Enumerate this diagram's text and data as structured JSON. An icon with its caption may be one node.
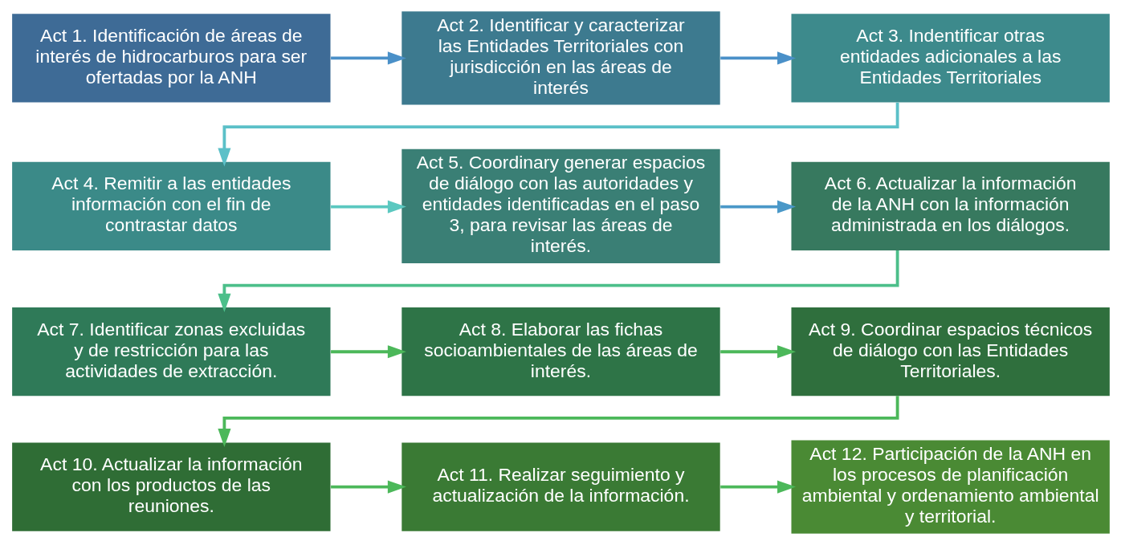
{
  "diagram": {
    "nodes": [
      {
        "text": [
          "Act 1. Identificación de áreas de interés de hidrocarburos para ser ofertadas por la ANH"
        ]
      },
      {
        "text": [
          "Act 2. Identificar y caracterizar las Entidades Territoriales con jurisdicción en las áreas de interés"
        ]
      },
      {
        "text": [
          "Act 3. Indentificar otras entidades adicionales a las Entidades Territoriales"
        ]
      },
      {
        "text": [
          "Act 4. Remitir a las entidades información con el fin de contrastar datos"
        ]
      },
      {
        "text": [
          "Act 5. Coordinary generar espacios de diálogo con las autoridades y entidades identificadas en el paso 3, para revisar las áreas de interés."
        ]
      },
      {
        "text": [
          "Act 6. Actualizar la información de la ANH con la información administrada en los diálogos."
        ]
      },
      {
        "text": [
          "Act 7. Identificar zonas excluidas y de restricción para las actividades de extracción."
        ]
      },
      {
        "text": [
          "Act 8. Elaborar las fichas socioambientales de las áreas de interés."
        ]
      },
      {
        "text": [
          "Act 9. Coordinar espacios técnicos de diálogo con las Entidades Territoriales."
        ]
      },
      {
        "text": [
          "Act 10. Actualizar la información con los productos de las reuniones."
        ]
      },
      {
        "text": [
          "Act 11. Realizar seguimiento y actualización de la información."
        ]
      },
      {
        "text": [
          "Act 12. Participación de la ANH en los procesos de planificación ambiental y ordenamiento ambiental y territorial."
        ]
      }
    ],
    "edges": [
      {
        "from": 0,
        "to": 1,
        "arrow": "to",
        "color": "#4a90c8"
      },
      {
        "from": 1,
        "to": 2,
        "arrow": "to",
        "color": "#4a90c8"
      },
      {
        "from": 2,
        "to": 3,
        "arrow": "to",
        "color": "#5bc0c8"
      },
      {
        "from": 3,
        "to": 4,
        "arrow": "to",
        "color": "#5bc8c0"
      },
      {
        "from": 4,
        "to": 5,
        "arrow": "to",
        "color": "#4a98c8"
      },
      {
        "from": 5,
        "to": 6,
        "arrow": "to",
        "color": "#4cbf8a"
      },
      {
        "from": 6,
        "to": 7,
        "arrow": "to"
      },
      {
        "from": 7,
        "to": 8,
        "arrow": "to"
      },
      {
        "from": 8,
        "to": 9,
        "arrow": "to"
      },
      {
        "from": 9,
        "to": 10,
        "arrow": "to"
      },
      {
        "from": 10,
        "to": 11,
        "arrow": "to"
      }
    ]
  }
}
